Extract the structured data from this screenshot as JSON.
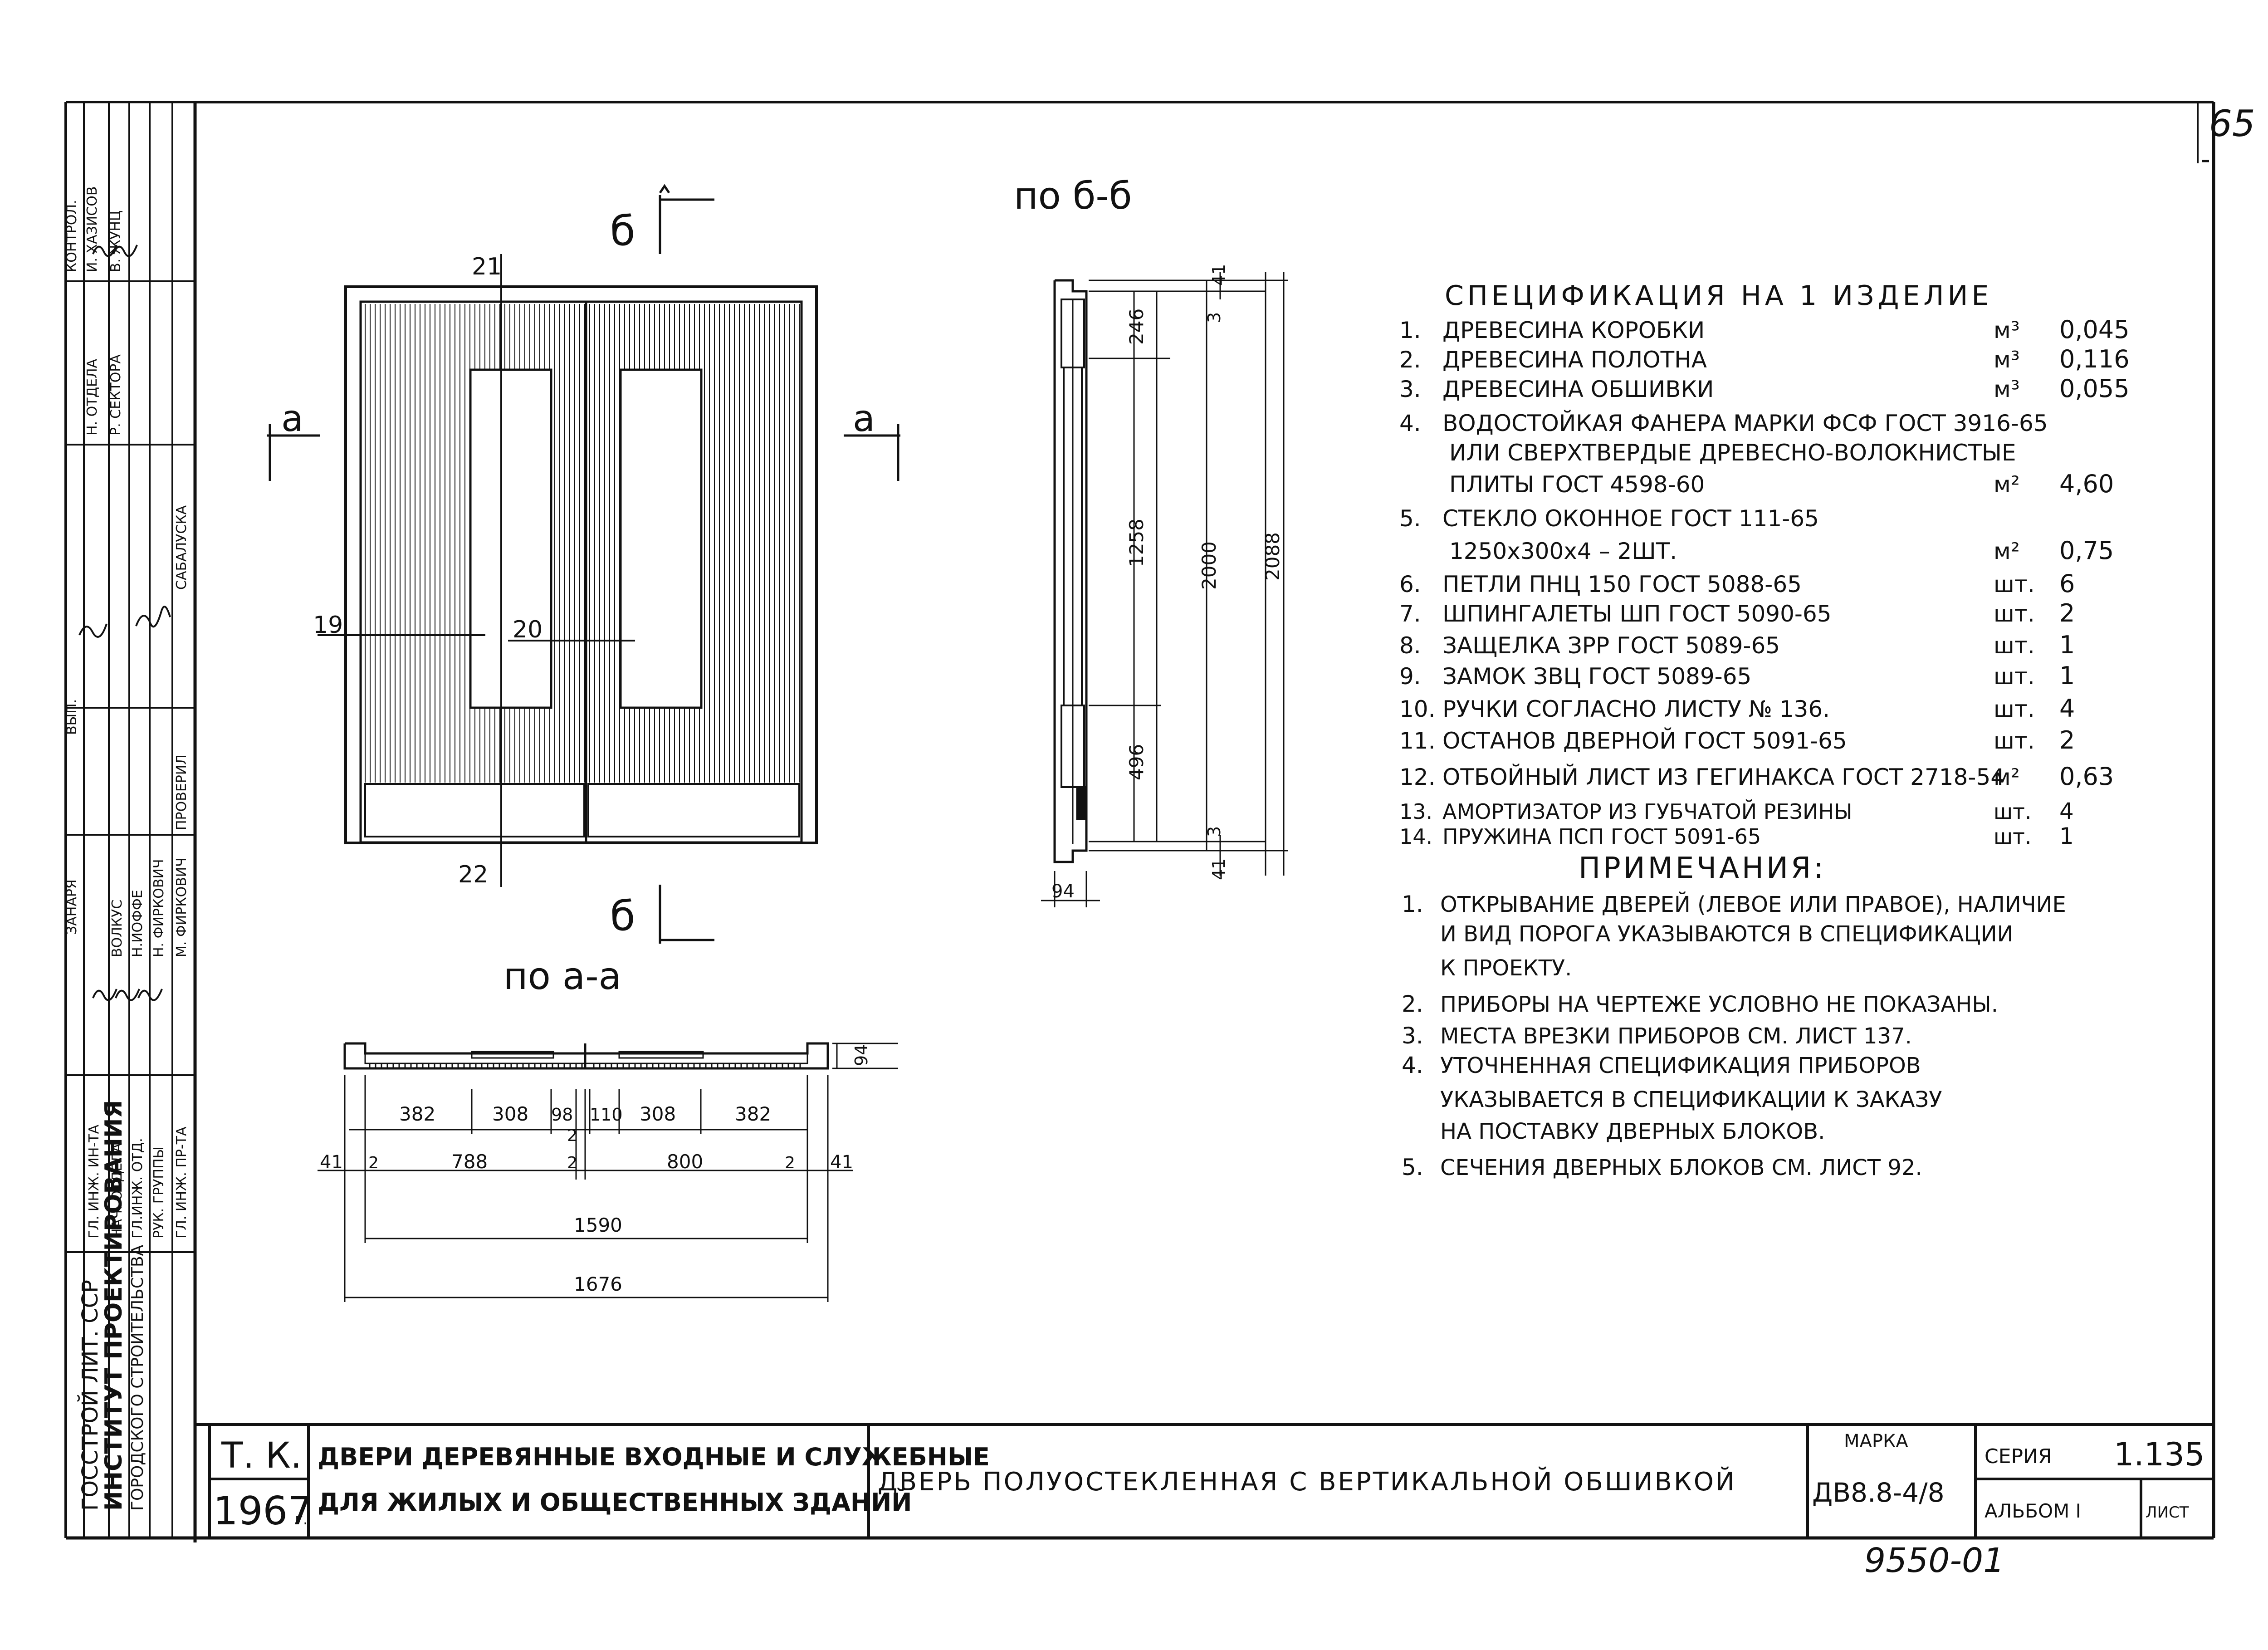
{
  "sheet": {
    "page_number": "65",
    "archive_number": "9550-01"
  },
  "views": {
    "section_b_title": "по б-б",
    "section_a_title": "по а-а",
    "cut_mark_b": "б",
    "cut_mark_a": "а"
  },
  "elevation": {
    "callouts": [
      "21",
      "19",
      "20",
      "22"
    ]
  },
  "section_b": {
    "dims_left": [
      "246",
      "1258",
      "496"
    ],
    "dim_top": "41",
    "dim_bottom": "41",
    "dim_small_top": "3",
    "dim_small_bottom": "3",
    "dim_height": "2000",
    "dim_total": "2088",
    "dim_thickness": "94"
  },
  "section_a": {
    "row1": [
      "382",
      "308",
      "98",
      "110",
      "308",
      "382"
    ],
    "row1_extra": "2",
    "row2": [
      "41",
      "2",
      "788",
      "2",
      "800",
      "2",
      "41"
    ],
    "row3": "1590",
    "row4": "1676",
    "dim_thickness": "94"
  },
  "spec": {
    "title": "СПЕЦИФИКАЦИЯ НА 1 ИЗДЕЛИЕ",
    "rows": [
      {
        "num": "1.",
        "text": "ДРЕВЕСИНА КОРОБКИ",
        "unit": "м³",
        "qty": "0,045"
      },
      {
        "num": "2.",
        "text": "ДРЕВЕСИНА ПОЛОТНА",
        "unit": "м³",
        "qty": "0,116"
      },
      {
        "num": "3.",
        "text": "ДРЕВЕСИНА ОБШИВКИ",
        "unit": "м³",
        "qty": "0,055"
      },
      {
        "num": "4.",
        "text": "ВОДОСТОЙКАЯ ФАНЕРА МАРКИ ФСФ ГОСТ 3916-65",
        "unit": "",
        "qty": ""
      },
      {
        "num": "",
        "text": "ИЛИ СВЕРХТВЕРДЫЕ ДРЕВЕСНО-ВОЛОКНИСТЫЕ",
        "unit": "",
        "qty": ""
      },
      {
        "num": "",
        "text": "ПЛИТЫ ГОСТ 4598-60",
        "unit": "м²",
        "qty": "4,60"
      },
      {
        "num": "5.",
        "text": "СТЕКЛО ОКОННОЕ ГОСТ 111-65",
        "unit": "",
        "qty": ""
      },
      {
        "num": "",
        "text": "1250х300х4 – 2ШТ.",
        "unit": "м²",
        "qty": "0,75"
      },
      {
        "num": "6.",
        "text": "ПЕТЛИ ПНЦ 150 ГОСТ 5088-65",
        "unit": "шт.",
        "qty": "6"
      },
      {
        "num": "7.",
        "text": "ШПИНГАЛЕТЫ ШП ГОСТ 5090-65",
        "unit": "шт.",
        "qty": "2"
      },
      {
        "num": "8.",
        "text": "ЗАЩЕЛКА ЗРР ГОСТ 5089-65",
        "unit": "шт.",
        "qty": "1"
      },
      {
        "num": "9.",
        "text": "ЗАМОК ЗВЦ ГОСТ 5089-65",
        "unit": "шт.",
        "qty": "1"
      },
      {
        "num": "10.",
        "text": "РУЧКИ СОГЛАСНО ЛИСТУ № 136.",
        "unit": "шт.",
        "qty": "4"
      },
      {
        "num": "11.",
        "text": "ОСТАНОВ ДВЕРНОЙ ГОСТ 5091-65",
        "unit": "шт.",
        "qty": "2"
      },
      {
        "num": "12.",
        "text": "ОТБОЙНЫЙ ЛИСТ ИЗ ГЕГИНАКСА ГОСТ 2718-54",
        "unit": "м²",
        "qty": "0,63"
      },
      {
        "num": "13.",
        "text": "АМОРТИЗАТОР ИЗ ГУБЧАТОЙ РЕЗИНЫ",
        "unit": "шт.",
        "qty": "4"
      },
      {
        "num": "14.",
        "text": "ПРУЖИНА ПСП ГОСТ 5091-65",
        "unit": "шт.",
        "qty": "1"
      }
    ]
  },
  "notes": {
    "title": "ПРИМЕЧАНИЯ:",
    "rows": [
      {
        "num": "1.",
        "text": "ОТКРЫВАНИЕ ДВЕРЕЙ (ЛЕВОЕ ИЛИ ПРАВОЕ), НАЛИЧИЕ"
      },
      {
        "num": "",
        "text": "И ВИД ПОРОГА УКАЗЫВАЮТСЯ В СПЕЦИФИКАЦИИ"
      },
      {
        "num": "",
        "text": "К ПРОЕКТУ."
      },
      {
        "num": "2.",
        "text": "ПРИБОРЫ НА ЧЕРТЕЖЕ УСЛОВНО НЕ ПОКАЗАНЫ."
      },
      {
        "num": "3.",
        "text": "МЕСТА ВРЕЗКИ ПРИБОРОВ СМ. ЛИСТ 137."
      },
      {
        "num": "4.",
        "text": "УТОЧНЕННАЯ СПЕЦИФИКАЦИЯ ПРИБОРОВ"
      },
      {
        "num": "",
        "text": "УКАЗЫВАЕТСЯ В СПЕЦИФИКАЦИИ К ЗАКАЗУ"
      },
      {
        "num": "",
        "text": "НА ПОСТАВКУ ДВЕРНЫХ БЛОКОВ."
      },
      {
        "num": "5.",
        "text": "СЕЧЕНИЯ ДВЕРНЫХ БЛОКОВ СМ. ЛИСТ 92."
      }
    ]
  },
  "title_block": {
    "tk": "Т. К.",
    "year": "1967",
    "year_suffix": "г.",
    "name_line1": "ДВЕРИ ДЕРЕВЯННЫЕ ВХОДНЫЕ И СЛУЖЕБНЫЕ",
    "name_line2": "ДЛЯ ЖИЛЫХ И ОБЩЕСТВЕННЫХ ЗДАНИЙ",
    "drawing_name": "ДВЕРЬ ПОЛУОСТЕКЛЕННАЯ С ВЕРТИКАЛЬНОЙ ОБШИВКОЙ",
    "marka_label": "МАРКА",
    "marka_value": "ДВ8.8-4/8",
    "seria_label": "СЕРИЯ",
    "seria_value": "1.135",
    "album_label": "АЛЬБОМ I",
    "list_label": "ЛИСТ"
  },
  "side_stamp": {
    "org_line1": "ГОССТРОЙ ЛИТ. ССР",
    "org_line2": "ИНСТИТУТ ПРОЕКТИРОВАНИЯ",
    "org_line3": "ГОРОДСКОГО СТРОИТЕЛЬСТВА",
    "roles": [
      "ГЛ. ИНЖ. ИН-ТА",
      "НАЧ. ОТДЕЛА",
      "ГЛ.ИНЖ. ОТД.",
      "РУК. ГРУППЫ",
      "ГЛ. ИНЖ. ПР-ТА"
    ],
    "names": [
      "ВОЛКУС",
      "Н.ИОФФЕ",
      "Н. ФИРКОВИЧ",
      "М. ФИРКОВИЧ"
    ],
    "role_col": [
      "ЗАНАРЯ",
      "ВЫП.",
      "ПРОВЕРИЛ",
      "САБАЛУСКА"
    ],
    "top_roles": [
      "Н. ОТДЕЛА",
      "Р. СЕКТОРА",
      "КОНТРОЛ."
    ],
    "top_names": [
      "И. ХАЗИСОВ",
      "В. ЖУНЦ"
    ]
  }
}
